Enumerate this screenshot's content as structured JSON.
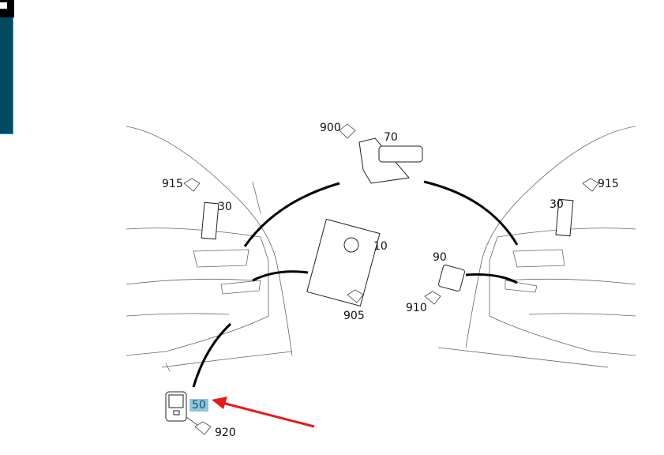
{
  "labels": {
    "p900": "900",
    "p70": "70",
    "p915_left": "915",
    "p30_left": "30",
    "p10": "10",
    "p905": "905",
    "p90": "90",
    "p910": "910",
    "p915_right": "915",
    "p30_right": "30",
    "p50": "50",
    "p920": "920"
  },
  "colors": {
    "sidebar": "#024a5e",
    "highlight": "#8ec6dd",
    "arrow": "#e81919"
  }
}
